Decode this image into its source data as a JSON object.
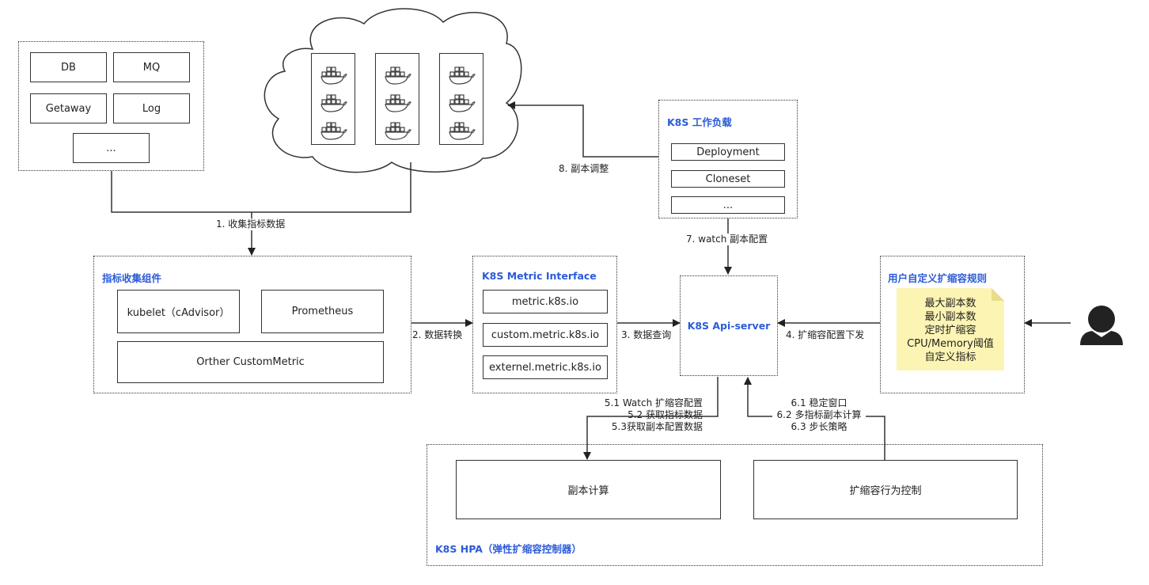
{
  "sources": {
    "items": [
      "DB",
      "MQ",
      "Getaway",
      "Log",
      "..."
    ]
  },
  "collector": {
    "title": "指标收集组件",
    "kubelet": "kubelet（cAdvisor）",
    "prometheus": "Prometheus",
    "custom": "Orther CustomMetric"
  },
  "metric_interface": {
    "title": "K8S Metric Interface",
    "items": [
      "metric.k8s.io",
      "custom.metric.k8s.io",
      "externel.metric.k8s.io"
    ]
  },
  "workload": {
    "title": "K8S 工作负载",
    "items": [
      "Deployment",
      "Cloneset",
      "..."
    ]
  },
  "apiserver": {
    "title": "K8S Api-server"
  },
  "rules": {
    "title": "用户自定义扩缩容规则",
    "lines": [
      "最大副本数",
      "最小副本数",
      "定时扩缩容",
      "CPU/Memory阈值",
      "自定义指标"
    ]
  },
  "hpa": {
    "title": "K8S HPA（弹性扩缩容控制器）",
    "replica_calc": "副本计算",
    "behavior": "扩缩容行为控制"
  },
  "edges": {
    "collect": "1. 收集指标数据",
    "convert": "2. 数据转换",
    "query": "3. 数据查询",
    "push": "4. 扩缩容配置下发",
    "watch": [
      "5.1 Watch 扩缩容配置",
      "5.2 获取指标数据",
      "5.3获取副本配置数据"
    ],
    "policy": [
      "6.1 稳定窗口",
      "6.2 多指标副本计算",
      "6.3 步长策略"
    ],
    "watch_replica": "7. watch 副本配置",
    "adjust": "8. 副本调整"
  },
  "colors": {
    "title_blue": "#2b5bd9",
    "note_yellow": "#fcf4b3",
    "line": "#333333"
  }
}
